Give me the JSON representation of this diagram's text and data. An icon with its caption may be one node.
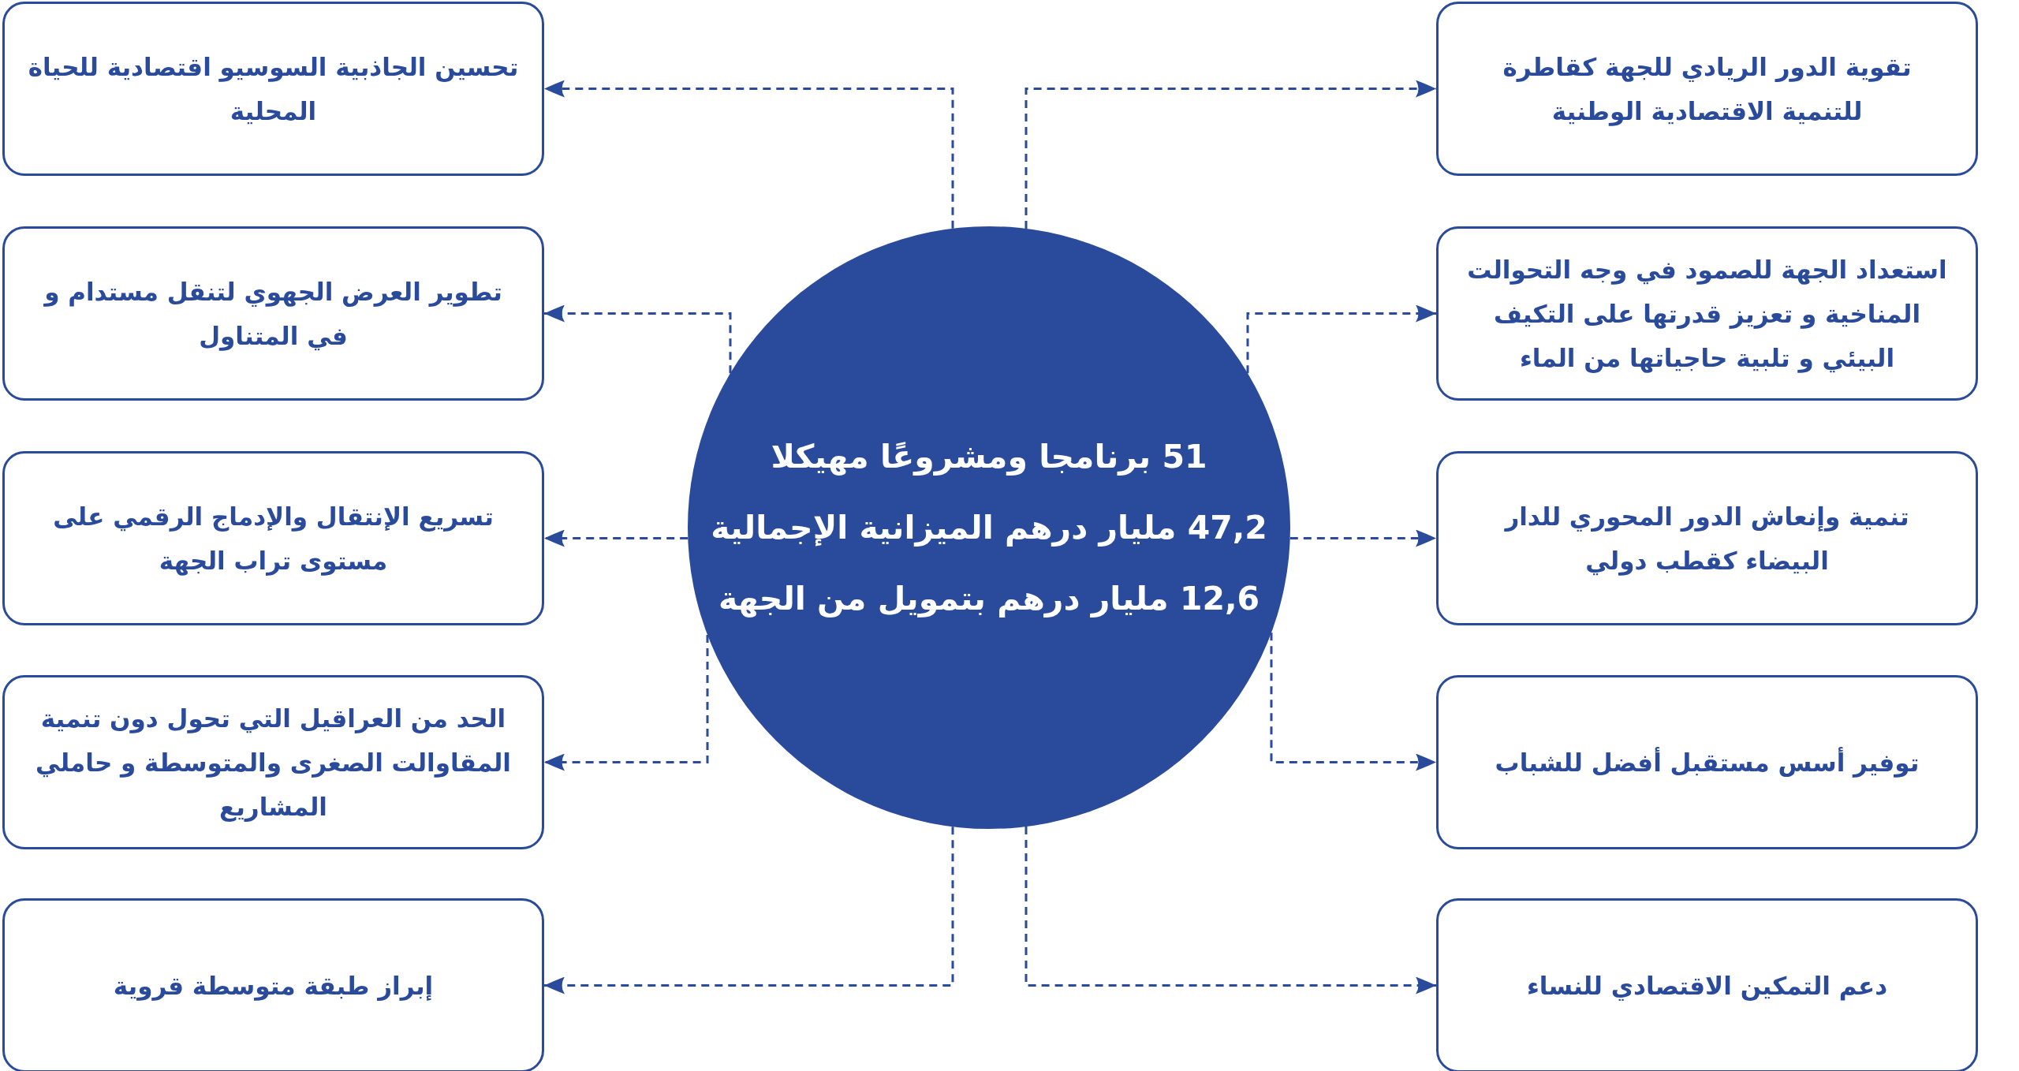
{
  "diagram": {
    "nodes": [
      {
        "text": [
          "51 برنامجا ومشروعًا مهيكلا",
          "47,2 مليار درهم الميزانية الإجمالية",
          "12,6 مليار درهم بتمويل من الجهة"
        ]
      },
      {
        "text": [
          "تقوية الدور الريادي للجهة كقاطرة للتنمية الاقتصادية الوطنية"
        ]
      },
      {
        "text": [
          "استعداد الجهة للصمود في وجه التحوالت المناخية و تعزيز قدرتها على التكيف البيئي و تلبية حاجياتها من الماء"
        ]
      },
      {
        "text": [
          "تنمية وإنعاش الدور المحوري للدار البيضاء كقطب دولي"
        ]
      },
      {
        "text": [
          "توفير أسس مستقبل أفضل للشباب"
        ]
      },
      {
        "text": [
          "دعم التمكين الاقتصادي للنساء"
        ]
      },
      {
        "text": [
          "تحسين الجاذبية السوسيو اقتصادية للحياة المحلية"
        ]
      },
      {
        "text": [
          "تطوير العرض الجهوي لتنقل مستدام و في المتناول"
        ]
      },
      {
        "text": [
          "تسريع الإنتقال والإدماج الرقمي على مستوى تراب الجهة"
        ]
      },
      {
        "text": [
          "الحد من العراقيل التي تحول دون تنمية المقاوالت الصغرى والمتوسطة و حاملي المشاريع"
        ]
      },
      {
        "text": [
          "إبراز طبقة متوسطة قروية"
        ]
      }
    ],
    "edges": [
      {
        "from": 0,
        "to": 1,
        "arrow": "to",
        "style": "dashed"
      },
      {
        "from": 0,
        "to": 2,
        "arrow": "to",
        "style": "dashed"
      },
      {
        "from": 0,
        "to": 3,
        "arrow": "to",
        "style": "dashed"
      },
      {
        "from": 0,
        "to": 4,
        "arrow": "to",
        "style": "dashed"
      },
      {
        "from": 0,
        "to": 5,
        "arrow": "to",
        "style": "dashed"
      },
      {
        "from": 0,
        "to": 6,
        "arrow": "to",
        "style": "dashed"
      },
      {
        "from": 0,
        "to": 7,
        "arrow": "to",
        "style": "dashed"
      },
      {
        "from": 0,
        "to": 8,
        "arrow": "to",
        "style": "dashed"
      },
      {
        "from": 0,
        "to": 9,
        "arrow": "to",
        "style": "dashed"
      },
      {
        "from": 0,
        "to": 10,
        "arrow": "to",
        "style": "dashed"
      }
    ]
  }
}
